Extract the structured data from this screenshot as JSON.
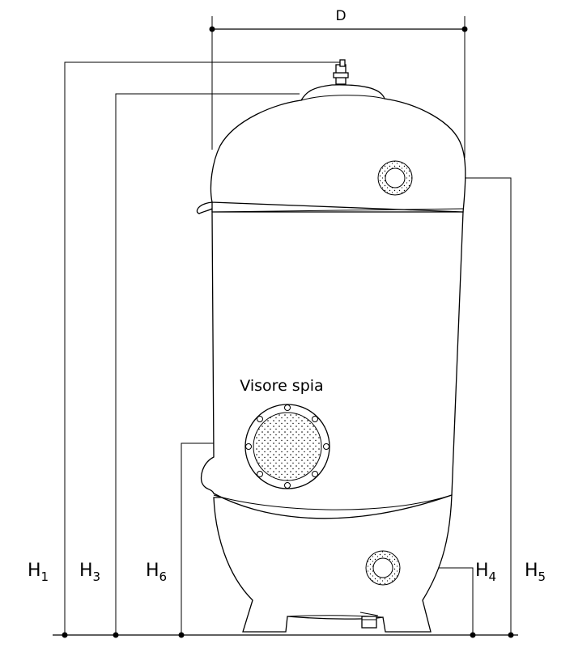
{
  "labels": {
    "D": "D",
    "H1": {
      "main": "H",
      "sub": "1"
    },
    "H3": {
      "main": "H",
      "sub": "3"
    },
    "H6": {
      "main": "H",
      "sub": "6"
    },
    "H4": {
      "main": "H",
      "sub": "4"
    },
    "H5": {
      "main": "H",
      "sub": "5"
    },
    "sight_glass": "Visore spia"
  }
}
